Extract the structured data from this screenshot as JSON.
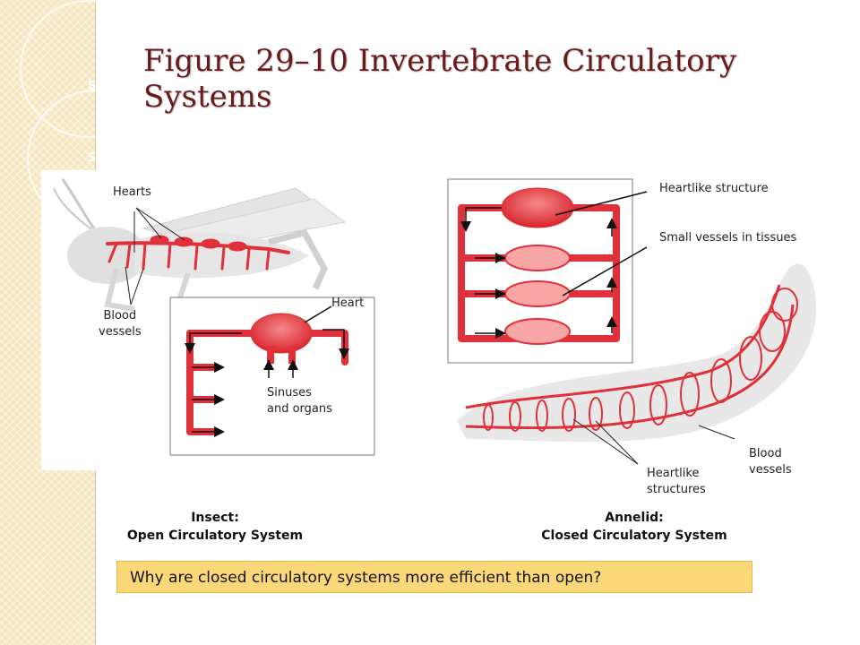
{
  "slide": {
    "title_line1": "Figure 29–10 Invertebrate Circulatory",
    "title_line2": "Systems",
    "side_letter_1": "S",
    "side_letter_2": "S"
  },
  "insect": {
    "hearts_label": "Hearts",
    "blood_vessels_line1": "Blood",
    "blood_vessels_line2": "vessels",
    "heart_label": "Heart",
    "sinuses_line1": "Sinuses",
    "sinuses_line2": "and organs",
    "caption_line1": "Insect:",
    "caption_line2": "Open Circulatory System"
  },
  "annelid": {
    "heartlike_structure_label": "Heartlike structure",
    "small_vessels_label": "Small vessels in tissues",
    "heartlike_structures_line1": "Heartlike",
    "heartlike_structures_line2": "structures",
    "blood_vessels_line1": "Blood",
    "blood_vessels_line2": "vessels",
    "caption_line1": "Annelid:",
    "caption_line2": "Closed Circulatory System"
  },
  "question": "Why are closed circulatory systems more efficient than open?",
  "colors": {
    "vessel_red": "#e0303a",
    "title_color": "#6b1a1a",
    "question_bg": "#fbd97a",
    "side_band": "#f6e6bf"
  }
}
